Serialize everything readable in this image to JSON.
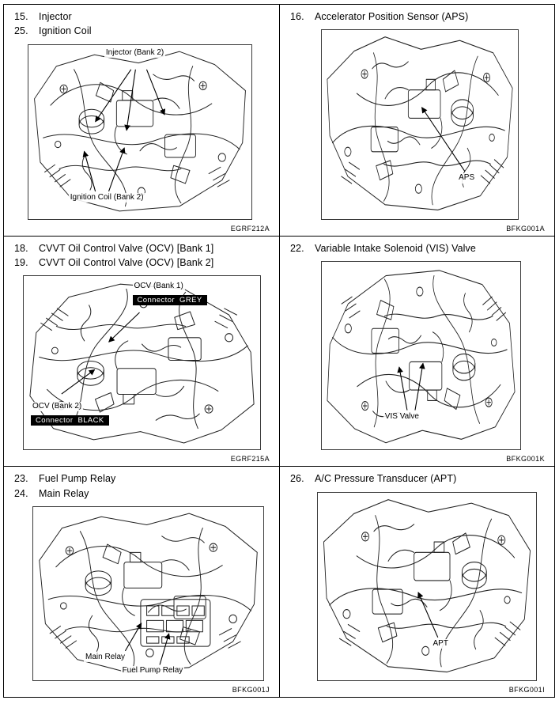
{
  "document": {
    "type": "service-manual-component-location-page"
  },
  "colors": {
    "line_art": "#222222",
    "badge_bg": "#000000",
    "badge_text": "#ffffff"
  },
  "panels": [
    {
      "titles": [
        {
          "num": "15.",
          "text": "Injector"
        },
        {
          "num": "25.",
          "text": "Ignition Coil"
        }
      ],
      "callouts": {
        "injector": "Injector (Bank 2)",
        "ignition_coil": "Ignition Coil (Bank 2)"
      },
      "code": "EGRF212A"
    },
    {
      "titles": [
        {
          "num": "16.",
          "text": "Accelerator Position Sensor (APS)"
        }
      ],
      "callouts": {
        "aps": "APS"
      },
      "code": "BFKG001A"
    },
    {
      "titles": [
        {
          "num": "18.",
          "text": "CVVT Oil Control Valve (OCV) [Bank 1]"
        },
        {
          "num": "19.",
          "text": "CVVT Oil Control Valve (OCV) [Bank 2]"
        }
      ],
      "callouts": {
        "ocv_bank1": "OCV (Bank 1)",
        "connector_grey": "Connector  GREY",
        "ocv_bank2": "OCV (Bank 2)",
        "connector_black": "Connector  BLACK"
      },
      "code": "EGRF215A"
    },
    {
      "titles": [
        {
          "num": "22.",
          "text": "Variable Intake Solenoid (VIS) Valve"
        }
      ],
      "callouts": {
        "vis_valve": "VIS Valve"
      },
      "code": "BFKG001K"
    },
    {
      "titles": [
        {
          "num": "23.",
          "text": "Fuel Pump Relay"
        },
        {
          "num": "24.",
          "text": "Main Relay"
        }
      ],
      "callouts": {
        "main_relay": "Main Relay",
        "fuel_pump_relay": "Fuel Pump Relay"
      },
      "code": "BFKG001J"
    },
    {
      "titles": [
        {
          "num": "26.",
          "text": "A/C Pressure Transducer (APT)"
        }
      ],
      "callouts": {
        "apt": "APT"
      },
      "code": "BFKG001I"
    }
  ]
}
